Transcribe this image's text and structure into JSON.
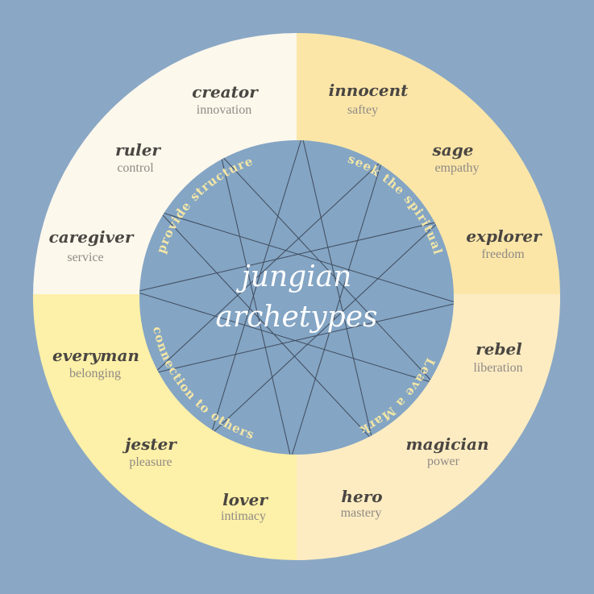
{
  "colors": {
    "background": "#8aa8c5",
    "quadrant_top_left": "#fdf8ec",
    "quadrant_top_right": "#fbe6a8",
    "quadrant_bottom_left": "#fdf0a8",
    "quadrant_bottom_right": "#fdecc2",
    "inner_circle": "#84a5c4",
    "star_lines": "#3f4b5c",
    "curved_text": "#f3e6a6",
    "title_text": "#ffffff",
    "archetype_name": "#4a4642",
    "archetype_value": "#8f8a85"
  },
  "center": {
    "title_line1": "jungian",
    "title_line2": "archetypes"
  },
  "groups": [
    {
      "label": "provide structure",
      "quadrant": "top-left"
    },
    {
      "label": "seek the spiritual",
      "quadrant": "top-right"
    },
    {
      "label": "Leave a Mark",
      "quadrant": "bottom-right"
    },
    {
      "label": "connection to others",
      "quadrant": "bottom-left"
    }
  ],
  "archetypes": [
    {
      "name": "creator",
      "value": "innovation"
    },
    {
      "name": "innocent",
      "value": "saftey"
    },
    {
      "name": "sage",
      "value": "empathy"
    },
    {
      "name": "explorer",
      "value": "freedom"
    },
    {
      "name": "rebel",
      "value": "liberation"
    },
    {
      "name": "magician",
      "value": "power"
    },
    {
      "name": "hero",
      "value": "mastery"
    },
    {
      "name": "lover",
      "value": "intimacy"
    },
    {
      "name": "jester",
      "value": "pleasure"
    },
    {
      "name": "everyman",
      "value": "belonging"
    },
    {
      "name": "caregiver",
      "value": "service"
    },
    {
      "name": "ruler",
      "value": "control"
    }
  ]
}
